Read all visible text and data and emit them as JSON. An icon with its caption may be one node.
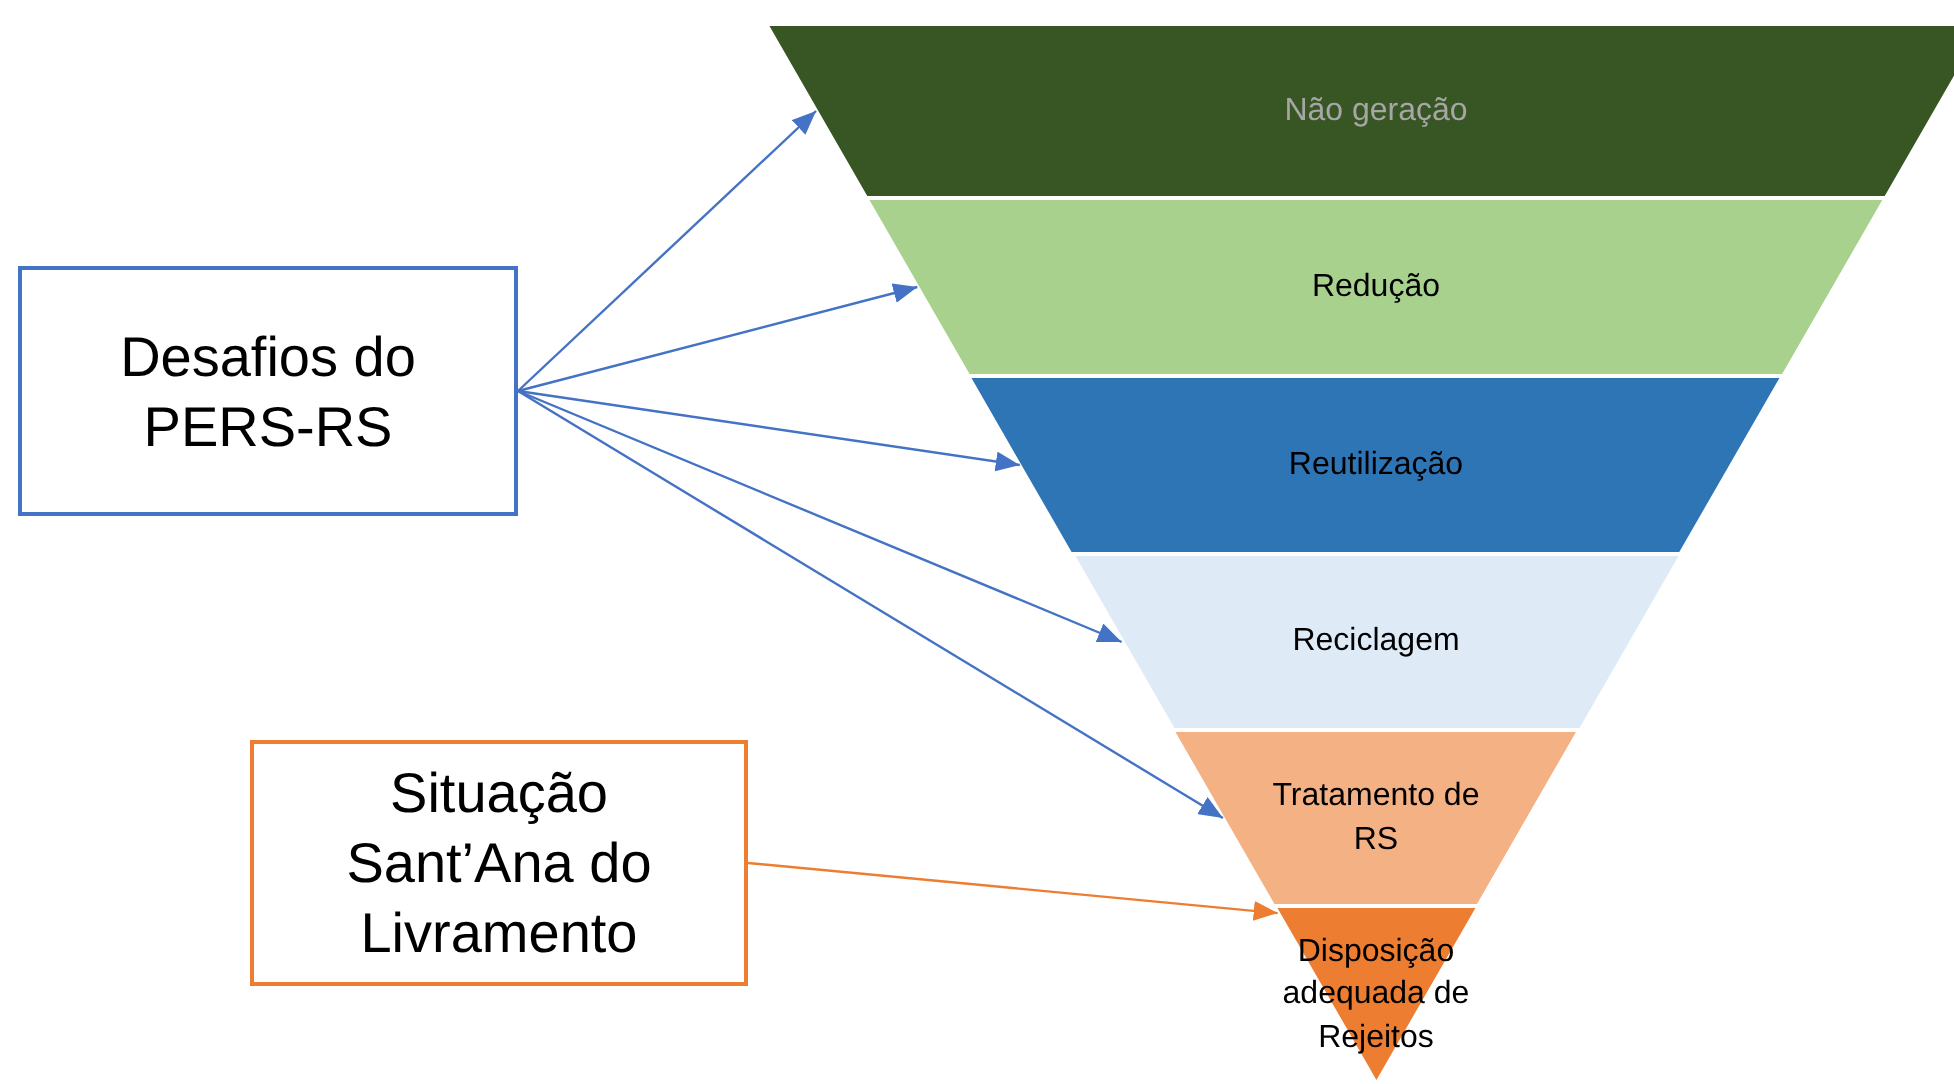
{
  "diagram": {
    "nodes": [
      {
        "text": [
          "Desafios do PERS-RS"
        ]
      },
      {
        "text": [
          "Situação Sant’Ana do Livramento"
        ]
      },
      {
        "text": [
          "Não geração"
        ]
      },
      {
        "text": [
          "Redução"
        ]
      },
      {
        "text": [
          "Reutilização"
        ]
      },
      {
        "text": [
          "Reciclagem"
        ]
      },
      {
        "text": [
          "Tratamento de RS"
        ]
      },
      {
        "text": [
          "Disposição adequada de Rejeitos"
        ]
      }
    ],
    "edges": [
      {
        "from": 0,
        "to": 2,
        "arrow": "to"
      },
      {
        "from": 0,
        "to": 3,
        "arrow": "to"
      },
      {
        "from": 0,
        "to": 4,
        "arrow": "to"
      },
      {
        "from": 0,
        "to": 5,
        "arrow": "to"
      },
      {
        "from": 0,
        "to": 6,
        "arrow": "to"
      },
      {
        "from": 1,
        "to": 7,
        "arrow": "to",
        "color": "#ed7d31"
      }
    ]
  }
}
